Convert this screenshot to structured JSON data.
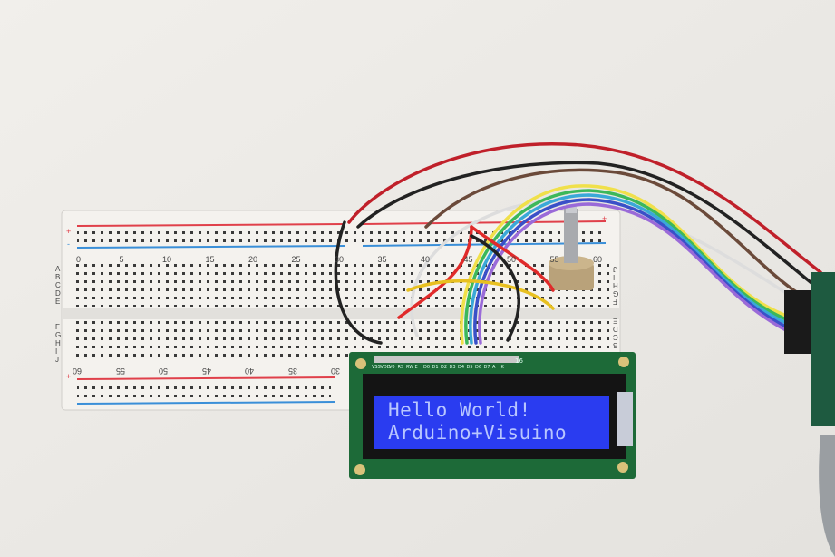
{
  "lcd": {
    "line1": "Hello World!",
    "line2": "Arduino+Visuino",
    "pin_labels": [
      "VSS",
      "VDD",
      "V0",
      "RS",
      "RW",
      "E",
      "D0",
      "D1",
      "D2",
      "D3",
      "D4",
      "D5",
      "D6",
      "D7",
      "A",
      "K"
    ],
    "pin_marker": "16",
    "backlight_color": "#2a3cf0"
  },
  "breadboard": {
    "top_numbers": [
      "0",
      "5",
      "10",
      "15",
      "20",
      "25",
      "30",
      "35",
      "40",
      "45",
      "50",
      "55",
      "60"
    ],
    "bottom_numbers": [
      "60",
      "55",
      "50",
      "45",
      "40",
      "35",
      "30"
    ],
    "rows_left": [
      "A",
      "B",
      "C",
      "D",
      "E",
      "F",
      "G",
      "H",
      "I",
      "J"
    ],
    "rows_right": [
      "J",
      "I",
      "H",
      "G",
      "F",
      "E",
      "D",
      "C",
      "B"
    ],
    "rail_plus": "+",
    "rail_minus": "-",
    "rail_red": "#e0404a",
    "rail_blue": "#3a8fd8"
  }
}
